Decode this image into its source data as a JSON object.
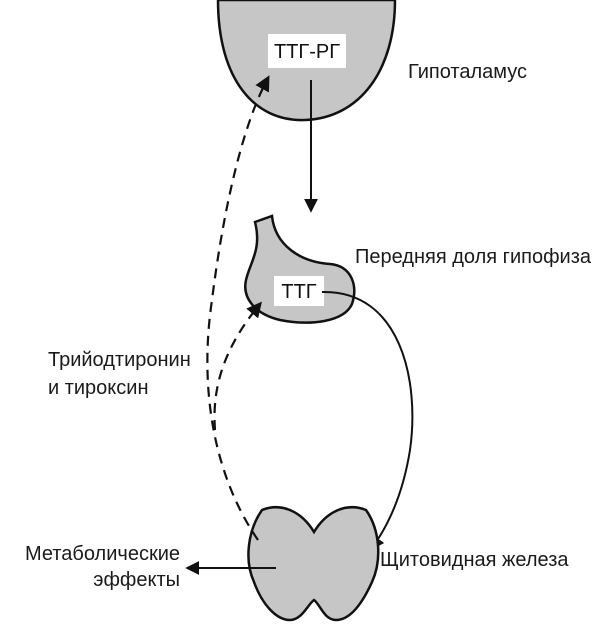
{
  "labels": {
    "hormone_hypothalamus": "ТТГ-РГ",
    "hypothalamus": "Гипоталамус",
    "pituitary": "Передняя доля гипофиза",
    "hormone_pituitary": "ТТГ",
    "feedback_line1": "Трийодтиронин",
    "feedback_line2": "и тироксин",
    "effects_line1": "Метаболические",
    "effects_line2": "эффекты",
    "thyroid": "Щитовидная железа"
  },
  "colors": {
    "organ_fill": "#c6c6c6",
    "stroke": "#111111",
    "box_fill": "#ffffff"
  }
}
